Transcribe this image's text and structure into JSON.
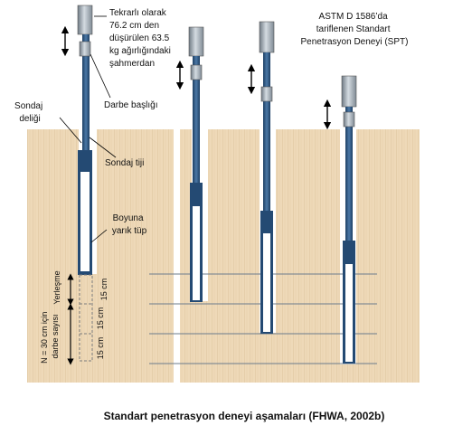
{
  "colors": {
    "soil": "#eed9b8",
    "soil_grain": "#dcc49c",
    "rod": "#2f5a86",
    "rod_dark": "#1d3f63",
    "hammer": "#8e99a3",
    "hammer_light": "#d4dbe1",
    "line": "#000000",
    "layer_line": "#6c7c8c"
  },
  "labels": {
    "hammer_note": [
      "Tekrarlı olarak",
      "76.2 cm den",
      "düşürülen 63.5",
      "kg ağırlığındaki",
      "şahmerdan"
    ],
    "anvil": "Darbe başlığı",
    "borehole": [
      "Sondaj",
      "deliği"
    ],
    "drill_rod": "Sondaj tiji",
    "split_spoon": [
      "Boyuna",
      "yarık tüp"
    ],
    "standard": [
      "ASTM D 1586’da",
      "tariflenen Standart",
      "Penetrasyon Deneyi (SPT)"
    ],
    "seating": "Yerleşme",
    "blow_count": [
      "N = 30 cm için",
      "darbe sayısı"
    ],
    "increment": "15 cm"
  },
  "caption": "Standart penetrasyon deneyi aşamaları (FHWA, 2002b)"
}
